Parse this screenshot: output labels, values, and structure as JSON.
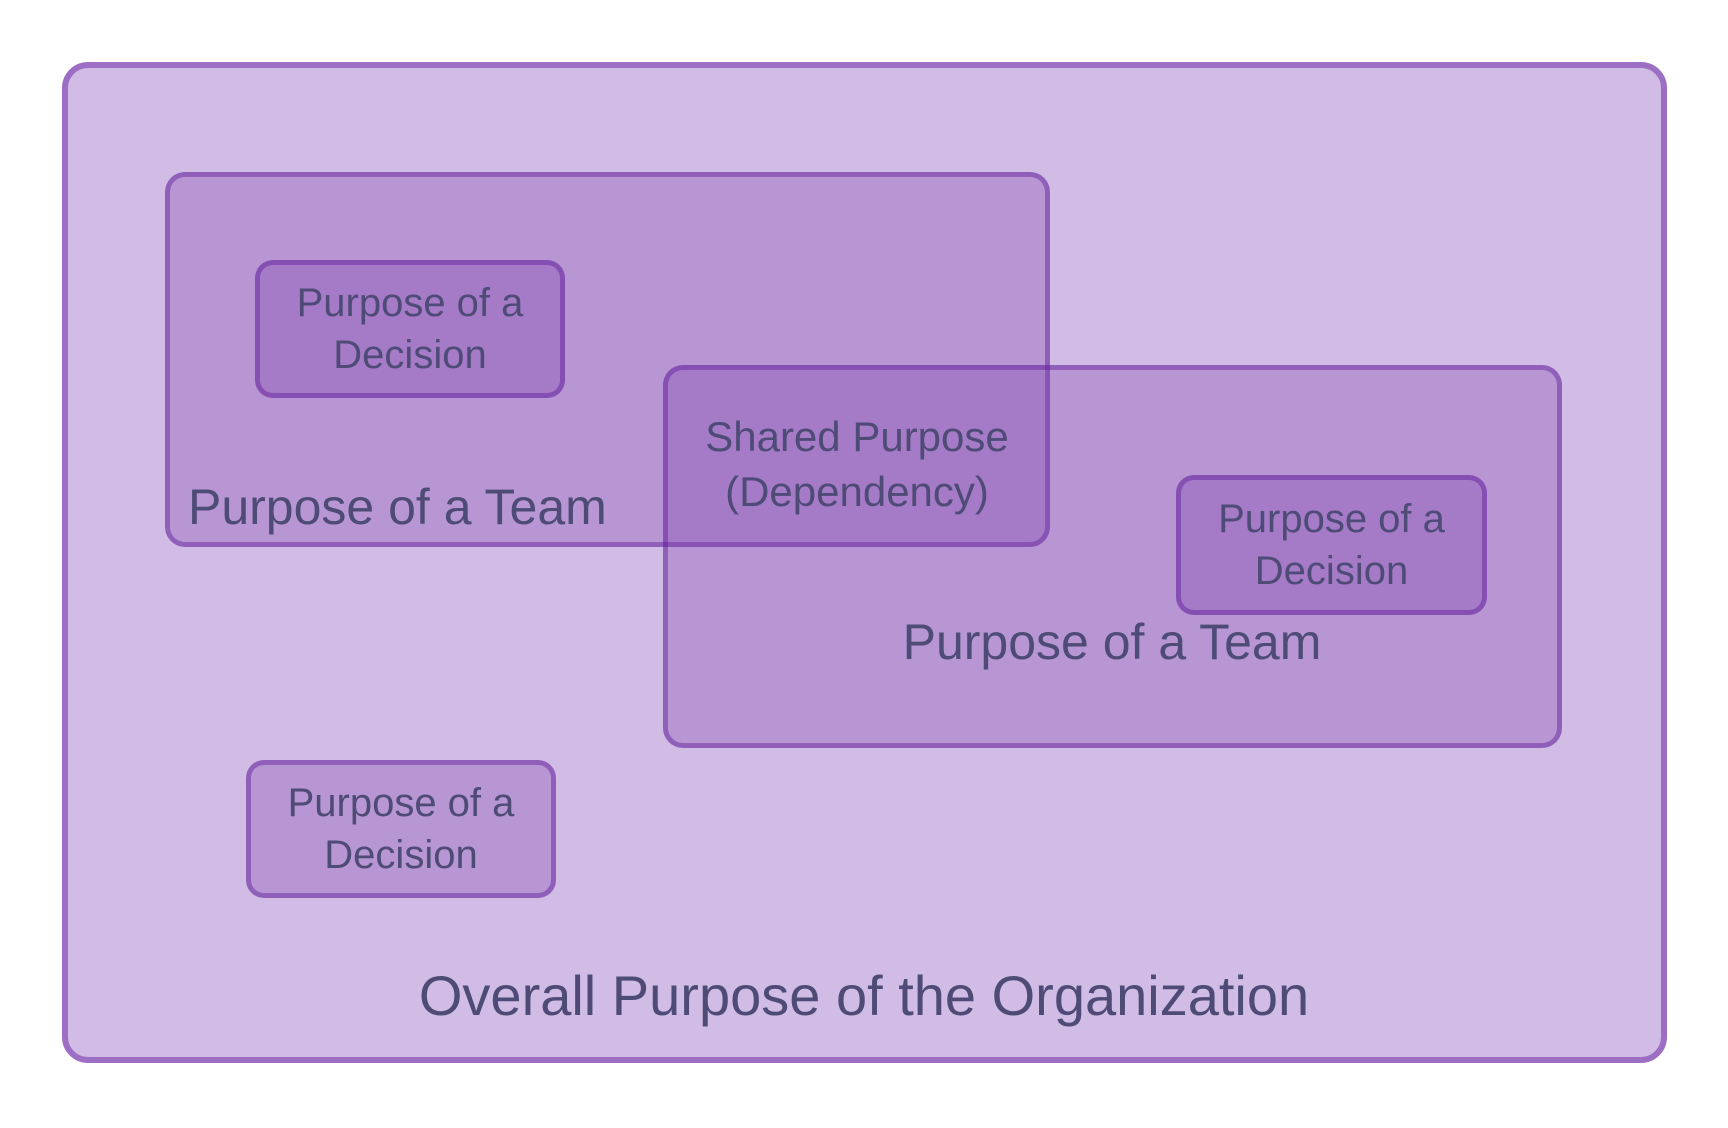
{
  "diagram": {
    "title": "Overall Purpose of the Organization",
    "teams": [
      {
        "label": "Purpose of a Team"
      },
      {
        "label": "Purpose of a Team"
      }
    ],
    "shared_purpose": {
      "line1": "Shared Purpose",
      "line2": "(Dependency)"
    },
    "decisions": [
      {
        "line1": "Purpose of a",
        "line2": "Decision"
      },
      {
        "line1": "Purpose of a",
        "line2": "Decision"
      },
      {
        "line1": "Purpose of a",
        "line2": "Decision"
      }
    ],
    "colors": {
      "outer_fill": "#d0bce4",
      "outer_border": "#9d6fc4",
      "team_fill_single": "#b795d7",
      "overlap_fill": "#a782c8",
      "inner_border": "#9c6cbf",
      "text": "#4e4b76",
      "page_background": "#ffffff"
    }
  }
}
